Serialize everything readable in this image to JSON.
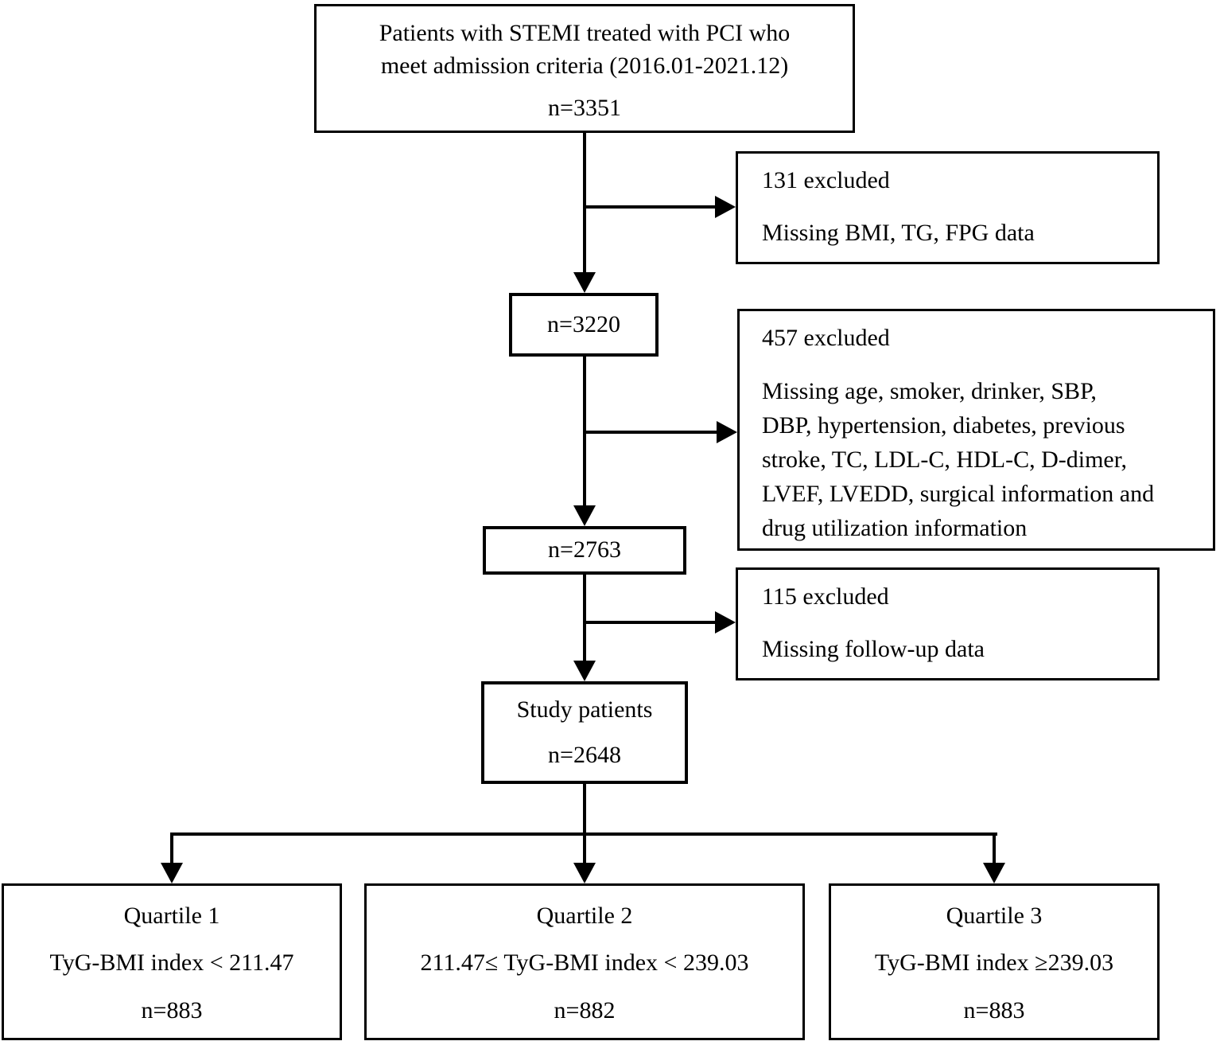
{
  "flowchart": {
    "top_box": {
      "lines": [
        "Patients with STEMI treated with PCI who",
        "meet admission criteria (2016.01-2021.12)"
      ],
      "n": "n=3351"
    },
    "exclusion_1": {
      "title": "131 excluded",
      "reason": "Missing BMI, TG, FPG data"
    },
    "node_after_excl1": {
      "n": "n=3220"
    },
    "exclusion_2": {
      "title": "457 excluded",
      "reason_lines": [
        "Missing age, smoker, drinker, SBP,",
        "DBP, hypertension, diabetes, previous",
        "stroke, TC, LDL-C, HDL-C, D-dimer,",
        "LVEF, LVEDD, surgical information and",
        "drug utilization information"
      ]
    },
    "node_after_excl2": {
      "n": "n=2763"
    },
    "exclusion_3": {
      "title": "115 excluded",
      "reason": "Missing follow-up data"
    },
    "study_box": {
      "label": "Study patients",
      "n": "n=2648"
    },
    "quartile_1": {
      "title": "Quartile 1",
      "criteria": "TyG-BMI index < 211.47",
      "n": "n=883"
    },
    "quartile_2": {
      "title": "Quartile 2",
      "criteria": "211.47≤ TyG-BMI index < 239.03",
      "n": "n=882"
    },
    "quartile_3": {
      "title": "Quartile 3",
      "criteria": "TyG-BMI index ≥239.03",
      "n": "n=883"
    }
  },
  "colors": {
    "background": "#ffffff",
    "line": "#000000",
    "text": "#000000"
  }
}
